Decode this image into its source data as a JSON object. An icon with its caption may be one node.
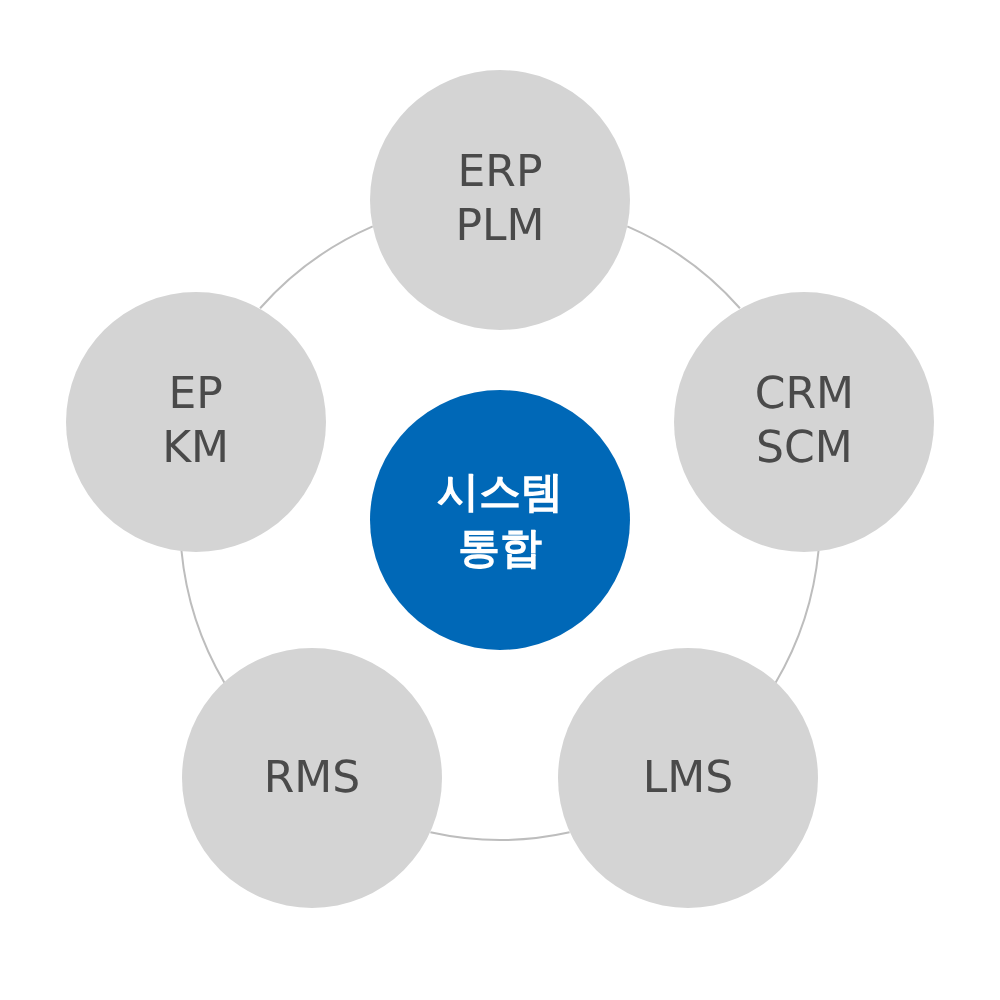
{
  "diagram": {
    "nodes": [
      {
        "text": [
          "시스템 통합"
        ]
      },
      {
        "text": [
          "ERP PLM"
        ]
      },
      {
        "text": [
          "CRM SCM"
        ]
      },
      {
        "text": [
          "LMS"
        ]
      },
      {
        "text": [
          "RMS"
        ]
      },
      {
        "text": [
          "EP KM"
        ]
      }
    ],
    "edges": [
      {
        "from": 1,
        "to": 2,
        "arrow": "none"
      },
      {
        "from": 2,
        "to": 3,
        "arrow": "none"
      },
      {
        "from": 3,
        "to": 4,
        "arrow": "none"
      },
      {
        "from": 4,
        "to": 5,
        "arrow": "none"
      },
      {
        "from": 5,
        "to": 1,
        "arrow": "none"
      }
    ]
  }
}
